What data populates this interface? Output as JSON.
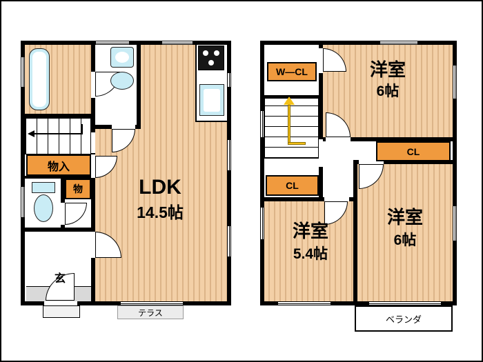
{
  "floor1": {
    "ldk": {
      "name": "LDK",
      "size": "14.5帖"
    },
    "storage_label": "物入",
    "small_storage_label": "物",
    "entrance_label": "玄",
    "terrace_label": "テラス"
  },
  "floor2": {
    "walkin_closet_label": "W―CL",
    "room_north": {
      "name": "洋室",
      "size": "6帖"
    },
    "room_southwest": {
      "name": "洋室",
      "size": "5.4帖"
    },
    "room_southeast": {
      "name": "洋室",
      "size": "6帖"
    },
    "closet_east_label": "CL",
    "closet_west_label": "CL",
    "veranda_label": "ベランダ"
  },
  "colors": {
    "wall": "#000000",
    "wood_plank_light": "#f3d0a7",
    "wood_plank_dark": "#dcb488",
    "closet_orange": "#f09a3e",
    "fixture_blue": "#c9ecf5",
    "stair_arrow_yellow": "#f3c018",
    "entrance_gray": "#d9d9d9",
    "terrace_gray": "#ececec"
  },
  "icons": {
    "bathtub": "bathtub-icon",
    "vanity": "vanity-sink-icon",
    "washer": "washing-machine-icon",
    "stove": "gas-stove-icon",
    "kitchen_sink": "kitchen-sink-icon",
    "toilet": "toilet-icon",
    "stairs_up": "stairs-arrow-icon"
  }
}
